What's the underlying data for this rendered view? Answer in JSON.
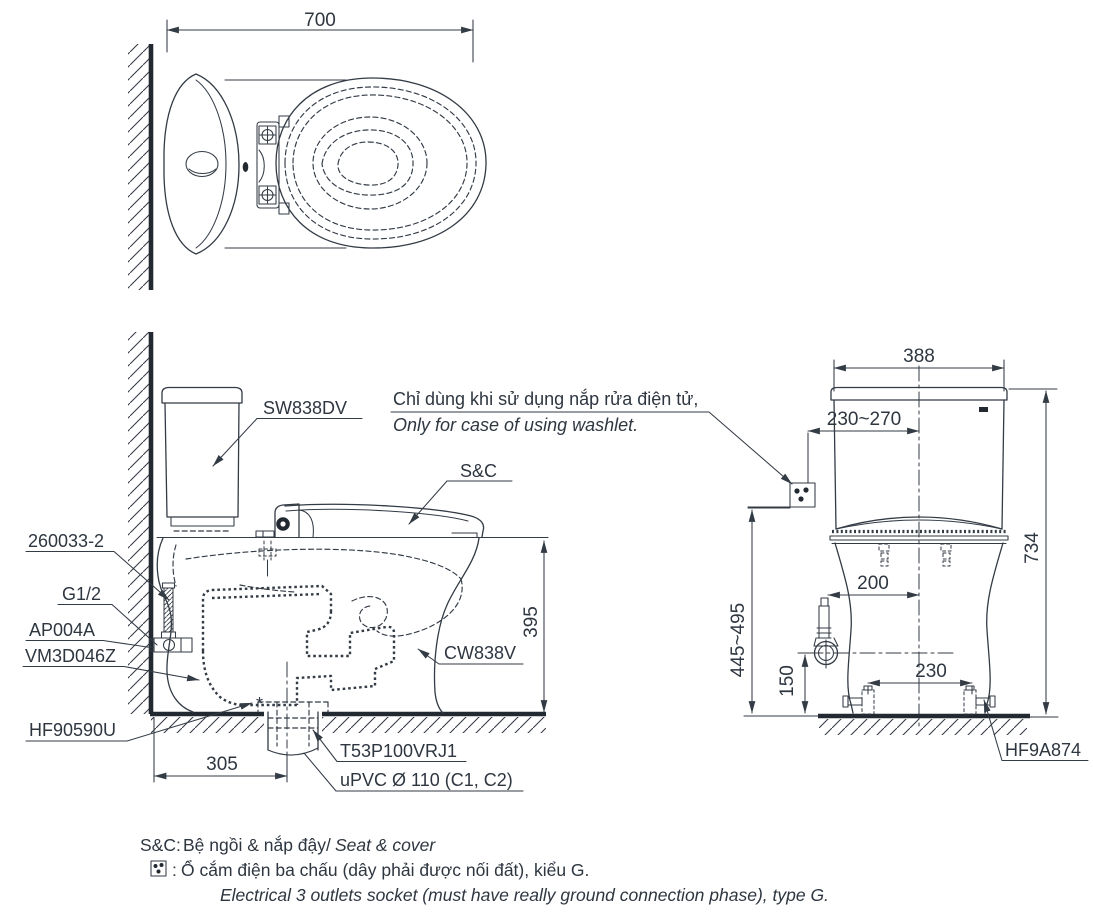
{
  "colors": {
    "line": "#333b45",
    "heavy": "#232931",
    "text": "#2e3640"
  },
  "dims": {
    "top_width": "700",
    "side_height": "395",
    "side_drain_offset": "305",
    "front_tank_width": "388",
    "front_socket_offset": "230~270",
    "front_total_height": "734",
    "front_socket_height": "445~495",
    "front_supply_offset": "200",
    "front_supply_height": "150",
    "front_bolt_spacing": "230"
  },
  "labels": {
    "tank": "SW838DV",
    "fixing_bolt": "260033-2",
    "supply_thread": "G1/2",
    "stop_valve": "AP004A",
    "connector": "VM3D046Z",
    "flange": "HF90590U",
    "drain_socket": "T53P100VRJ1",
    "drain_pipe": "uPVC Ø 110 (C1, C2)",
    "bowl": "CW838V",
    "seat": "S&C",
    "bolt_cap": "HF9A874"
  },
  "washlet_note": {
    "vi": "Chỉ dùng khi sử dụng nắp rửa điện tử,",
    "en": "Only for case of using washlet."
  },
  "marks": {
    "flange_mark": "*"
  },
  "footnotes": {
    "sc_prefix": "S&C:",
    "sc_vi": "Bệ ngồi & nắp đậy/",
    "sc_en": "Seat & cover",
    "socket_colon": ":",
    "socket_vi": "Ổ cắm điện ba chấu (dây phải được nối đất), kiểu G.",
    "socket_en": "Electrical 3 outlets socket (must have really ground connection phase), type G."
  }
}
